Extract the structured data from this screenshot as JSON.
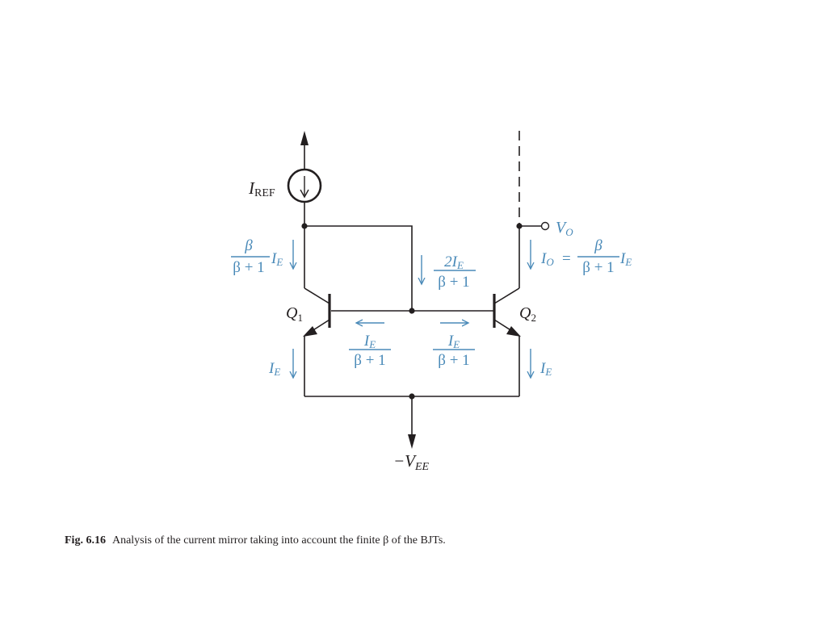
{
  "labels": {
    "iref_main": "I",
    "iref_sub": "REF",
    "q1_main": "Q",
    "q1_sub": "1",
    "q2_main": "Q",
    "q2_sub": "2",
    "vo_main": "V",
    "vo_sub": "O",
    "vee_main": "−V",
    "vee_sub": "EE"
  },
  "currents": {
    "left_base_num": "β",
    "left_base_den": "β + 1",
    "left_base_factor": "I",
    "left_base_factor_sub": "E",
    "mid_num": "2I",
    "mid_num_sub": "E",
    "mid_den": "β + 1",
    "io_lhs": "I",
    "io_lhs_sub": "O",
    "io_eq": "=",
    "io_num": "β",
    "io_den": "β + 1",
    "io_factor": "I",
    "io_factor_sub": "E",
    "base1_num": "I",
    "base1_num_sub": "E",
    "base1_den": "β + 1",
    "base2_num": "I",
    "base2_num_sub": "E",
    "base2_den": "β + 1",
    "ie_left": "I",
    "ie_left_sub": "E",
    "ie_right": "I",
    "ie_right_sub": "E"
  },
  "caption": {
    "fig": "Fig. 6.16",
    "text": "Analysis of the current mirror taking into account the finite β of the BJTs."
  },
  "colors": {
    "wire": "#231f20",
    "annotation": "#4a8ab8"
  }
}
